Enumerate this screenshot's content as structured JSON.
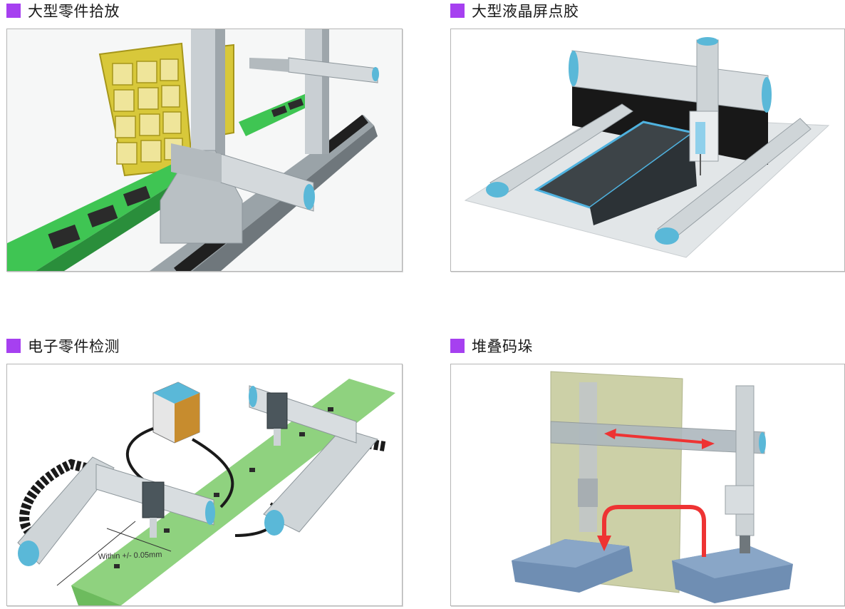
{
  "accent_color": "#a640f0",
  "panels": [
    {
      "title": "大型零件拾放",
      "image": "gantry-large-parts-picking"
    },
    {
      "title": "大型液晶屏点胶",
      "image": "gantry-lcd-dispensing"
    },
    {
      "title": "电子零件检测",
      "image": "gantry-electronic-inspection",
      "annotation": "Within +/- 0.05mm"
    },
    {
      "title": "堆叠码垛",
      "image": "gantry-stacking-palletizing"
    }
  ]
}
